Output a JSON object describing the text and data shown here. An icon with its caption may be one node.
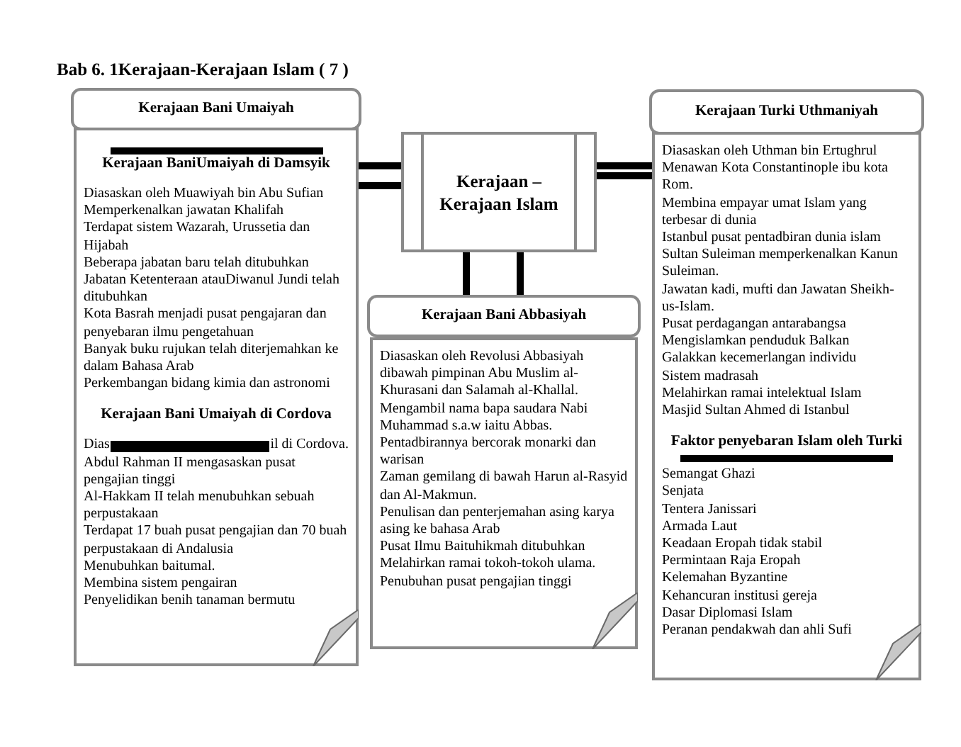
{
  "diagram": {
    "title": "Bab 6. 1Kerajaan-Kerajaan Islam ( 7 )",
    "nodes": [
      {
        "text": [
          "Kerajaan – Kerajaan Islam"
        ]
      },
      {
        "text": [
          "Kerajaan Bani Umaiyah"
        ]
      },
      {
        "text": [
          "Kerajaan BaniUmaiyah di Damsyik",
          "Diasaskan oleh Muawiyah bin Abu Sufian",
          "Memperkenalkan jawatan Khalifah",
          "Terdapat sistem Wazarah, Urussetia dan Hijabah",
          "Beberapa jabatan baru telah ditubuhkan",
          "Jabatan Ketenteraan atauDiwanul Jundi telah ditubuhkan",
          "Kota Basrah menjadi pusat pengajaran dan penyebaran ilmu pengetahuan",
          "Banyak buku rujukan telah diterjemahkan ke dalam Bahasa Arab",
          "Perkembangan bidang kimia dan astronomi",
          "Kerajaan Bani Umaiyah di Cordova",
          "Dias",
          "il di Cordova.",
          "Abdul Rahman II mengasaskan pusat pengajian tinggi",
          "Al-Hakkam II telah menubuhkan sebuah perpustakaan",
          "Terdapat 17 buah pusat pengajian dan 70 buah perpustakaan di Andalusia",
          "Menubuhkan baitumal.",
          "Membina sistem pengairan",
          "Penyelidikan benih tanaman bermutu"
        ]
      },
      {
        "text": [
          "Kerajaan Bani Abbasiyah"
        ]
      },
      {
        "text": [
          "Diasaskan oleh Revolusi Abbasiyah dibawah pimpinan Abu Muslim al-Khurasani dan Salamah al-Khallal.",
          "Mengambil nama bapa saudara Nabi Muhammad s.a.w iaitu Abbas.",
          "Pentadbirannya bercorak monarki dan warisan",
          "Zaman gemilang di bawah Harun al-Rasyid dan Al-Makmun.",
          "Penulisan dan penterjemahan asing karya asing ke bahasa Arab",
          "Pusat Ilmu Baituhikmah ditubuhkan",
          "Melahirkan ramai tokoh-tokoh ulama.",
          "Penubuhan pusat pengajian tinggi"
        ]
      },
      {
        "text": [
          "Kerajaan Turki Uthmaniyah"
        ]
      },
      {
        "text": [
          "Diasaskan oleh Uthman bin Ertughrul",
          "Menawan Kota Constantinople ibu kota Rom.",
          "Membina empayar umat Islam yang terbesar di dunia",
          "Istanbul pusat pentadbiran dunia islam",
          "Sultan Suleiman memperkenalkan Kanun Suleiman.",
          "Jawatan kadi, mufti dan Jawatan Sheikh-us-Islam.",
          "Pusat perdagangan antarabangsa",
          "Mengislamkan penduduk Balkan",
          "Galakkan kecemerlangan individu",
          "Sistem madrasah",
          "Melahirkan ramai intelektual Islam",
          "Masjid Sultan Ahmed di Istanbul",
          "Faktor penyebaran Islam oleh Turki",
          "Semangat Ghazi",
          "Senjata",
          "Tentera Janissari",
          "Armada Laut",
          "Keadaan Eropah tidak stabil",
          "Permintaan Raja Eropah",
          "Kelemahan Byzantine",
          "Kehancuran institusi gereja",
          "Dasar Diplomasi Islam",
          "Peranan pendakwah dan ahli Sufi"
        ]
      }
    ],
    "edges": [
      {
        "from": 0,
        "to": 2,
        "arrow": "none"
      },
      {
        "from": 0,
        "to": 2,
        "arrow": "none"
      },
      {
        "from": 0,
        "to": 6,
        "arrow": "none"
      },
      {
        "from": 0,
        "to": 6,
        "arrow": "none"
      },
      {
        "from": 0,
        "to": 3,
        "arrow": "none"
      },
      {
        "from": 0,
        "to": 3,
        "arrow": "none"
      }
    ]
  }
}
